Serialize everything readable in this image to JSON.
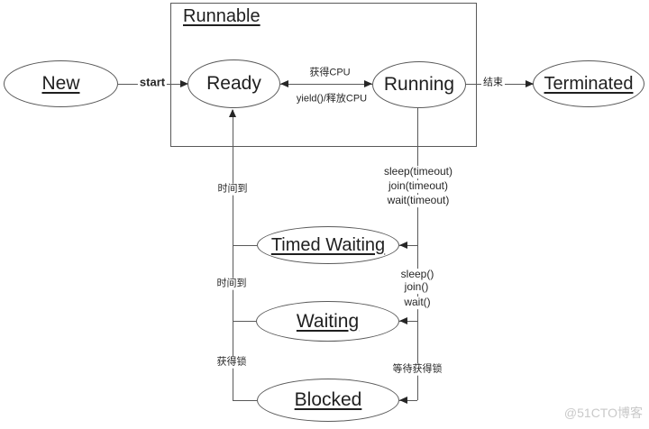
{
  "diagram": {
    "box_label": "Runnable",
    "nodes": {
      "new": "New",
      "ready": "Ready",
      "running": "Running",
      "terminated": "Terminated",
      "timed_waiting": "Timed Waiting",
      "waiting": "Waiting",
      "blocked": "Blocked"
    },
    "labels": {
      "start": "start",
      "acquire_cpu": "获得CPU",
      "yield_release_cpu": "yield()/释放CPU",
      "end": "结束",
      "sleep_timeout": "sleep(timeout)",
      "join_timeout": "join(timeout)",
      "wait_timeout": "wait(timeout)",
      "time_up_top": "时间到",
      "time_up_mid": "时间到",
      "sleep": "sleep()",
      "join": "join()",
      "wait": "wait()",
      "acquire_lock": "获得锁",
      "wait_for_lock": "等待获得锁"
    },
    "colors": {
      "line": "#595959",
      "text": "#262626",
      "watermark": "#c9c9c9"
    }
  },
  "watermark": {
    "text": "@51CTO博客"
  }
}
